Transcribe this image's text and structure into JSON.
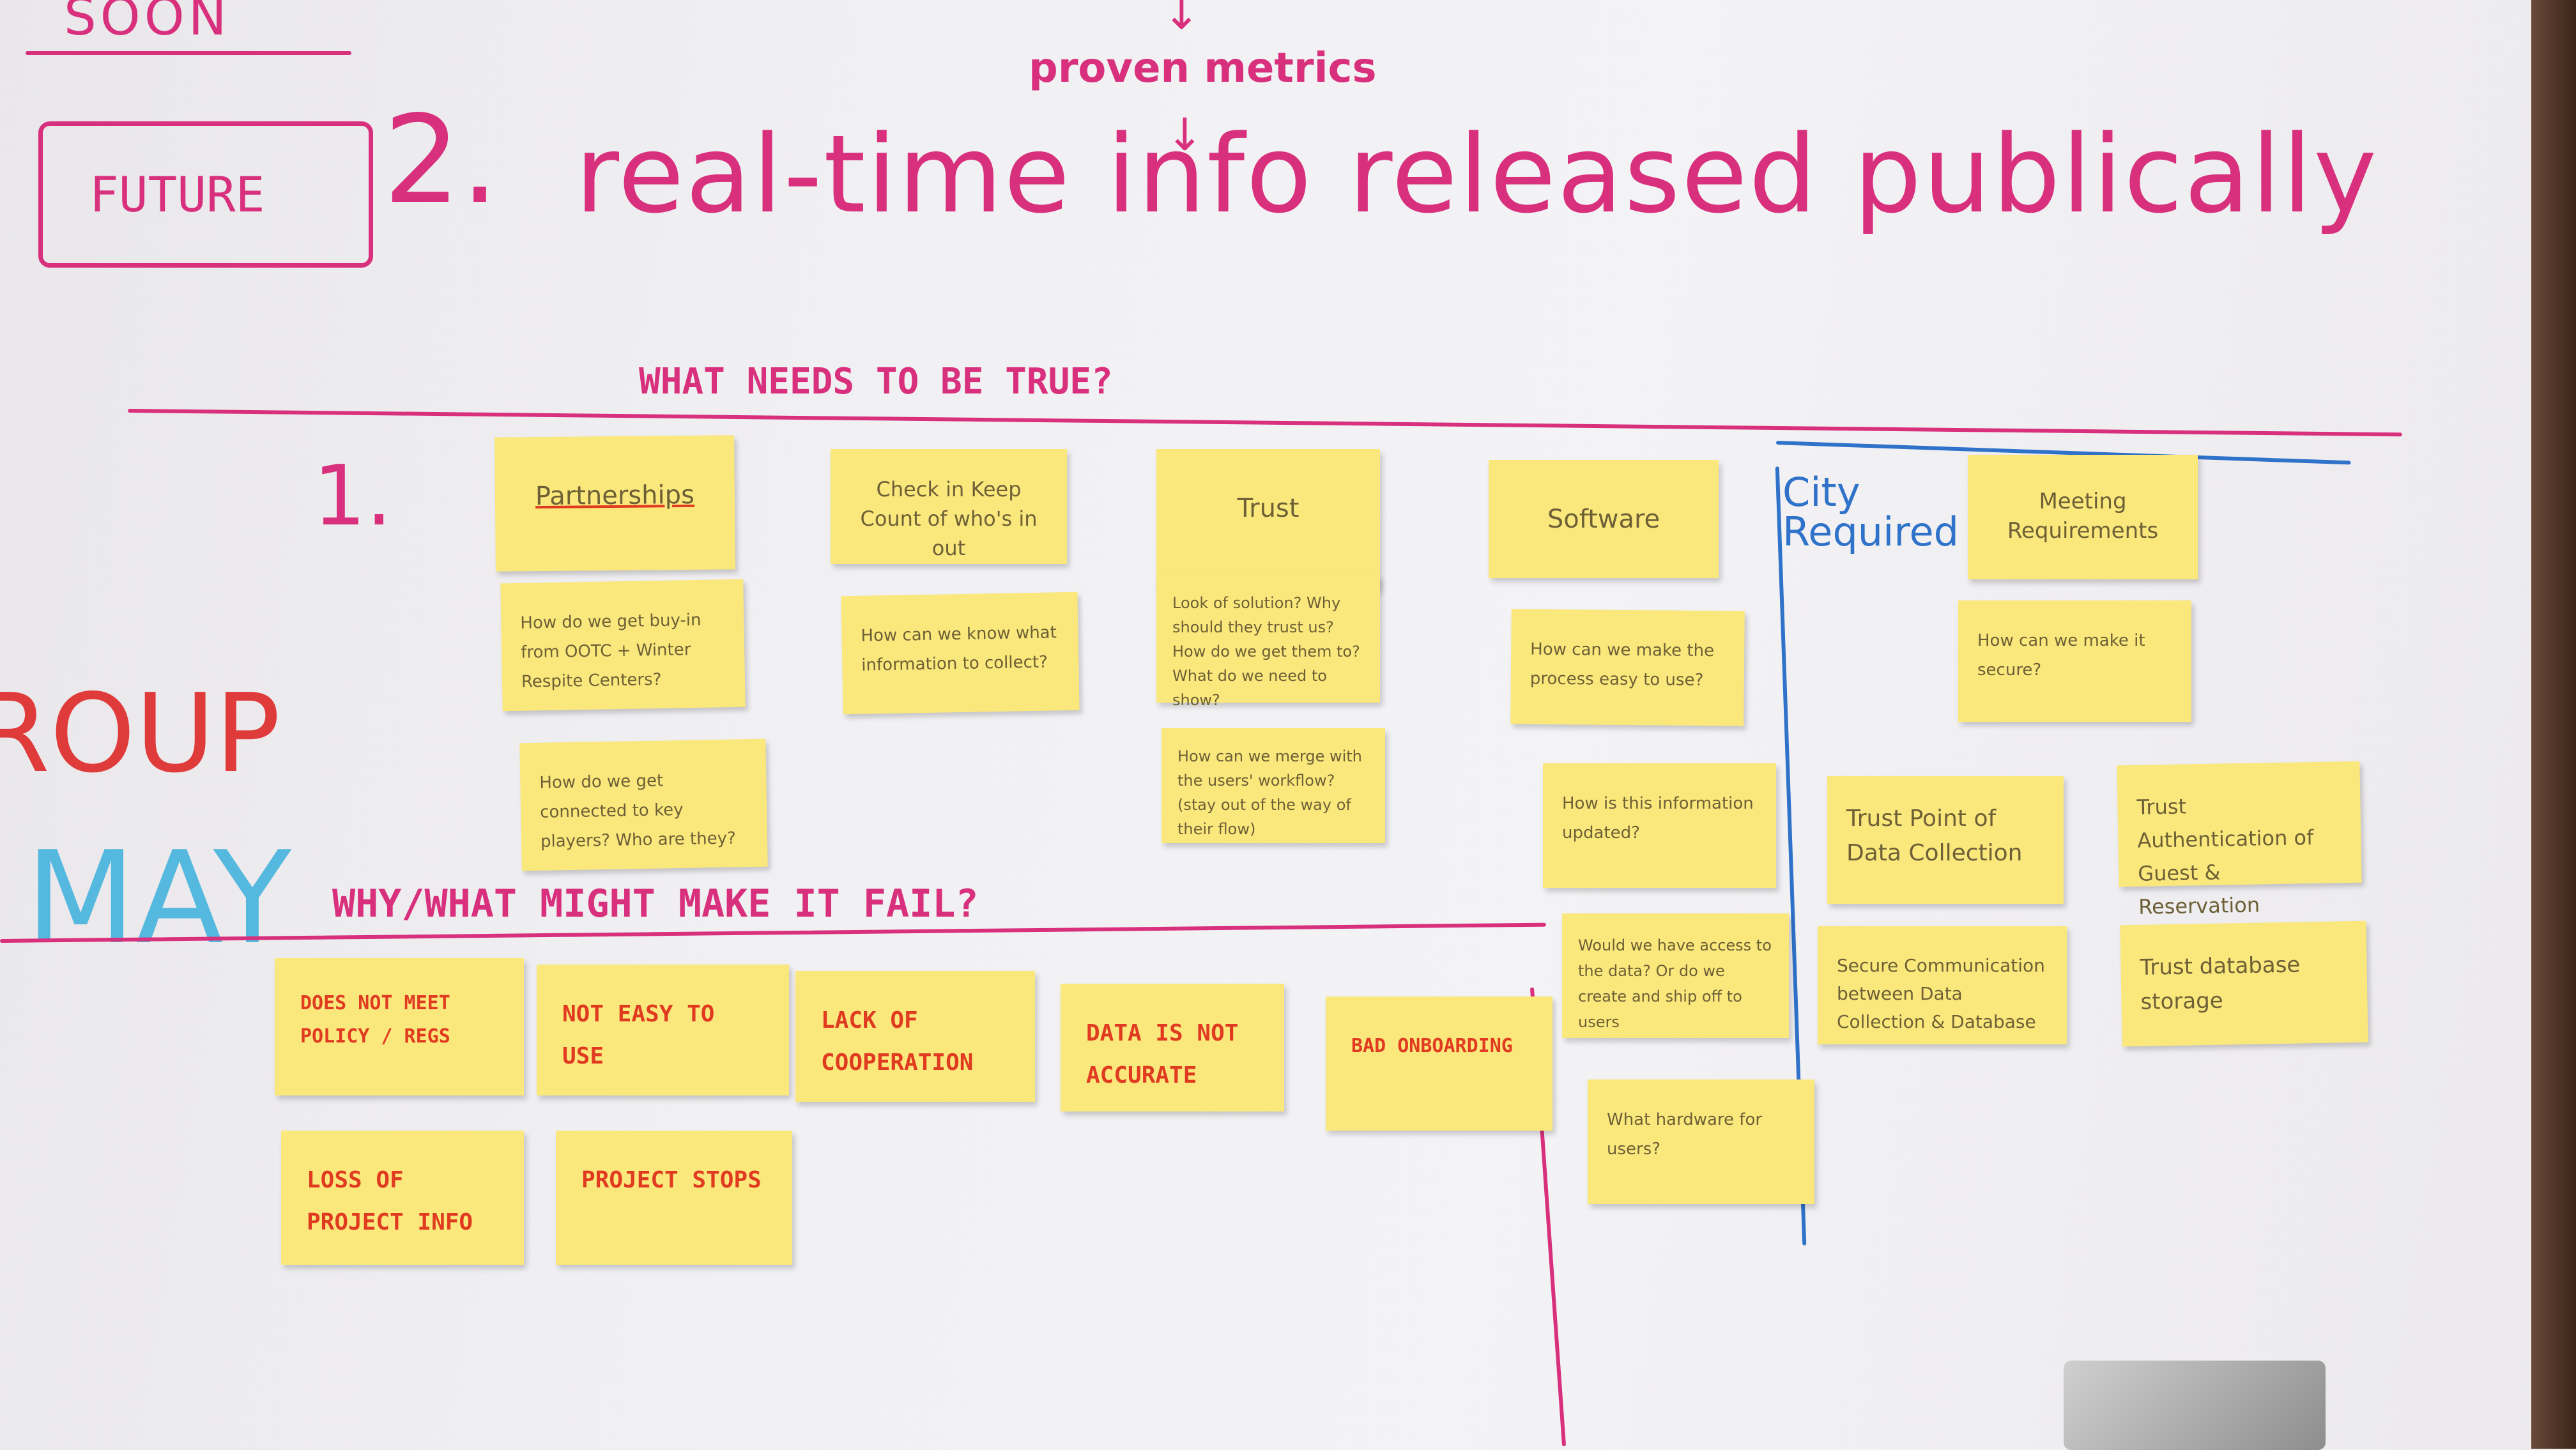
{
  "board": {
    "soon": "SOON",
    "future": "FUTURE",
    "number_two": "2.",
    "headline": "real-time info released publically",
    "proven_metrics": "proven metrics",
    "what_needs_true": "WHAT NEEDS TO BE TRUE?",
    "number_one": "1.",
    "fail_heading": "WHY/WHAT MIGHT MAKE IT FAIL?",
    "left_edge_red": "ROUP",
    "left_edge_blue": "MAY",
    "city_required": "City Required"
  },
  "colors": {
    "marker_pink": "#d8307d",
    "marker_blue": "#2f72c9",
    "sticky_yellow": "#fbe87c",
    "risk_red": "#e03b21"
  },
  "columns": [
    {
      "head": "Partnerships",
      "notes": [
        "How do we get buy-in from OOTC + Winter Respite Centers?",
        "How do we get connected to key players? Who are they?"
      ]
    },
    {
      "head": "Check in Keep Count of who's in out",
      "notes": [
        "How can we know what information to collect?"
      ]
    },
    {
      "head": "Trust",
      "notes": [
        "Look of solution? Why should they trust us? How do we get them to? What do we need to show?",
        "How can we merge with the users' workflow? (stay out of the way of their flow)"
      ]
    },
    {
      "head": "Software",
      "notes": [
        "How can we make the process easy to use?",
        "How is this information updated?",
        "Would we have access to the data? Or do we create and ship off to users",
        "What hardware for users?"
      ]
    },
    {
      "head": "Meeting Requirements",
      "notes": [
        "How can we make it secure?"
      ]
    }
  ],
  "trust_notes": [
    "Trust Point of Data Collection",
    "Trust Authentication of Guest & Reservation",
    "Secure Communication between Data Collection & Database",
    "Trust database storage"
  ],
  "risks": [
    "DOES NOT MEET POLICY / REGS",
    "NOT EASY TO USE",
    "LACK OF COOPERATION",
    "DATA IS NOT ACCURATE",
    "BAD ONBOARDING",
    "LOSS OF PROJECT INFO",
    "PROJECT STOPS"
  ]
}
